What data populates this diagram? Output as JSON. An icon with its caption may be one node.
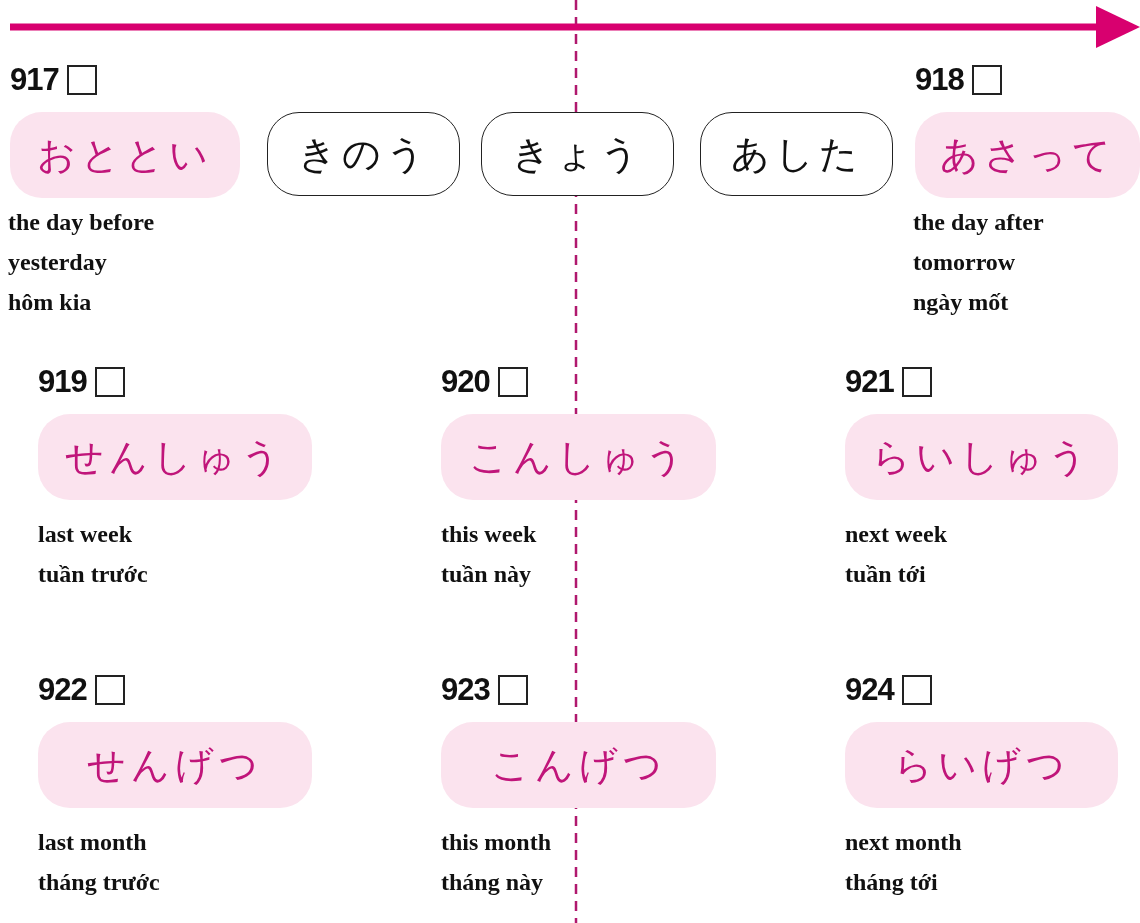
{
  "diagram": {
    "nodes": [
      {
        "text": [
          "917",
          "おととい"
        ],
        "beside": [
          "the day before yesterday",
          "hôm kia"
        ]
      },
      {
        "text": [
          "きのう"
        ]
      },
      {
        "text": [
          "きょう"
        ]
      },
      {
        "text": [
          "あした"
        ]
      },
      {
        "text": [
          "918",
          "あさって"
        ],
        "beside": [
          "the day after tomorrow",
          "ngày mốt"
        ]
      },
      {
        "text": [
          "919",
          "せんしゅう"
        ],
        "beside": [
          "last week",
          "tuần trước"
        ]
      },
      {
        "text": [
          "920",
          "こんしゅう"
        ],
        "beside": [
          "this week",
          "tuần này"
        ]
      },
      {
        "text": [
          "921",
          "らいしゅう"
        ],
        "beside": [
          "next week",
          "tuần tới"
        ]
      },
      {
        "text": [
          "922",
          "せんげつ"
        ],
        "beside": [
          "last month",
          "tháng trước"
        ]
      },
      {
        "text": [
          "923",
          "こんげつ"
        ],
        "beside": [
          "this month",
          "tháng này"
        ]
      },
      {
        "text": [
          "924",
          "らいげつ"
        ],
        "beside": [
          "next month",
          "tháng tới"
        ]
      }
    ]
  }
}
